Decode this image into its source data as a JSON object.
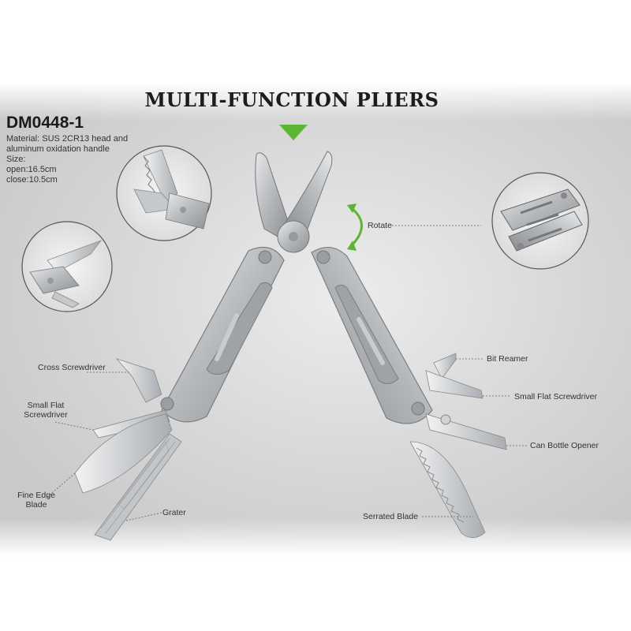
{
  "header": {
    "title": "MULTI-FUNCTION PLIERS",
    "model": "DM0448-1"
  },
  "specs": {
    "material_line1": "Material: SUS 2CR13 head and",
    "material_line2": "aluminum oxidation handle",
    "size_label": "Size:",
    "open": "open:16.5cm",
    "close": "close:10.5cm"
  },
  "callouts": {
    "rotate": "Rotate",
    "cross_screwdriver": "Cross Screwdriver",
    "small_flat_left_1": "Small Flat",
    "small_flat_left_2": "Screwdriver",
    "fine_edge_1": "Fine Edge",
    "fine_edge_2": "Blade",
    "grater": "Grater",
    "bit_reamer": "Bit Reamer",
    "small_flat_right": "Small Flat Screwdriver",
    "bottle_opener": "Can Bottle Opener",
    "serrated_blade": "Serrated Blade"
  },
  "colors": {
    "accent_green": "#5cb533",
    "metal": "#b9bcbf",
    "background_grey": "#d2d2d2"
  }
}
